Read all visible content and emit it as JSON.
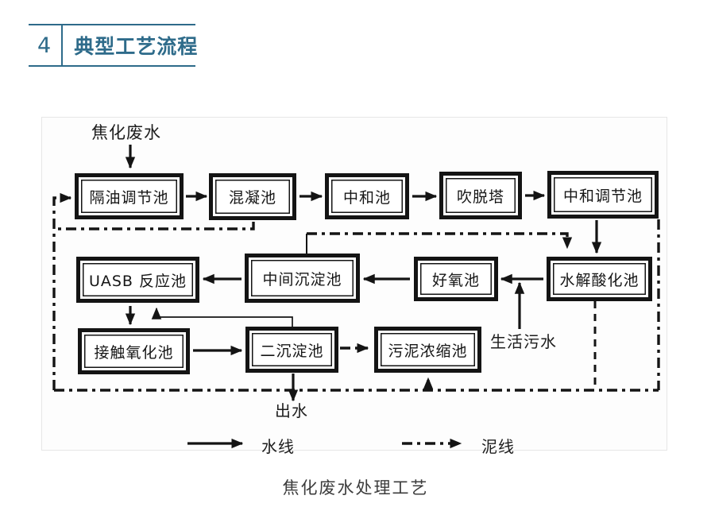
{
  "header": {
    "number": "4",
    "title": "典型工艺流程"
  },
  "colors": {
    "accent": "#2e6b8a",
    "line": "#141414"
  },
  "diagram": {
    "caption": "焦化废水处理工艺",
    "nodes": {
      "oil_separation": "隔油调节池",
      "coagulation": "混凝池",
      "neutralization": "中和池",
      "stripping_tower": "吹脱塔",
      "neutralization_regulating": "中和调节池",
      "uasb": "UASB 反应池",
      "intermediate_settling": "中间沉淀池",
      "aerobic": "好氧池",
      "hydrolysis_acidification": "水解酸化池",
      "contact_oxidation": "接触氧化池",
      "secondary_settling": "二沉淀池",
      "sludge_thickening": "污泥浓缩池"
    },
    "labels": {
      "influent": "焦化废水",
      "domestic_sewage": "生活污水",
      "effluent": "出水"
    },
    "legend": {
      "water_line": "水线",
      "sludge_line": "泥线"
    }
  }
}
